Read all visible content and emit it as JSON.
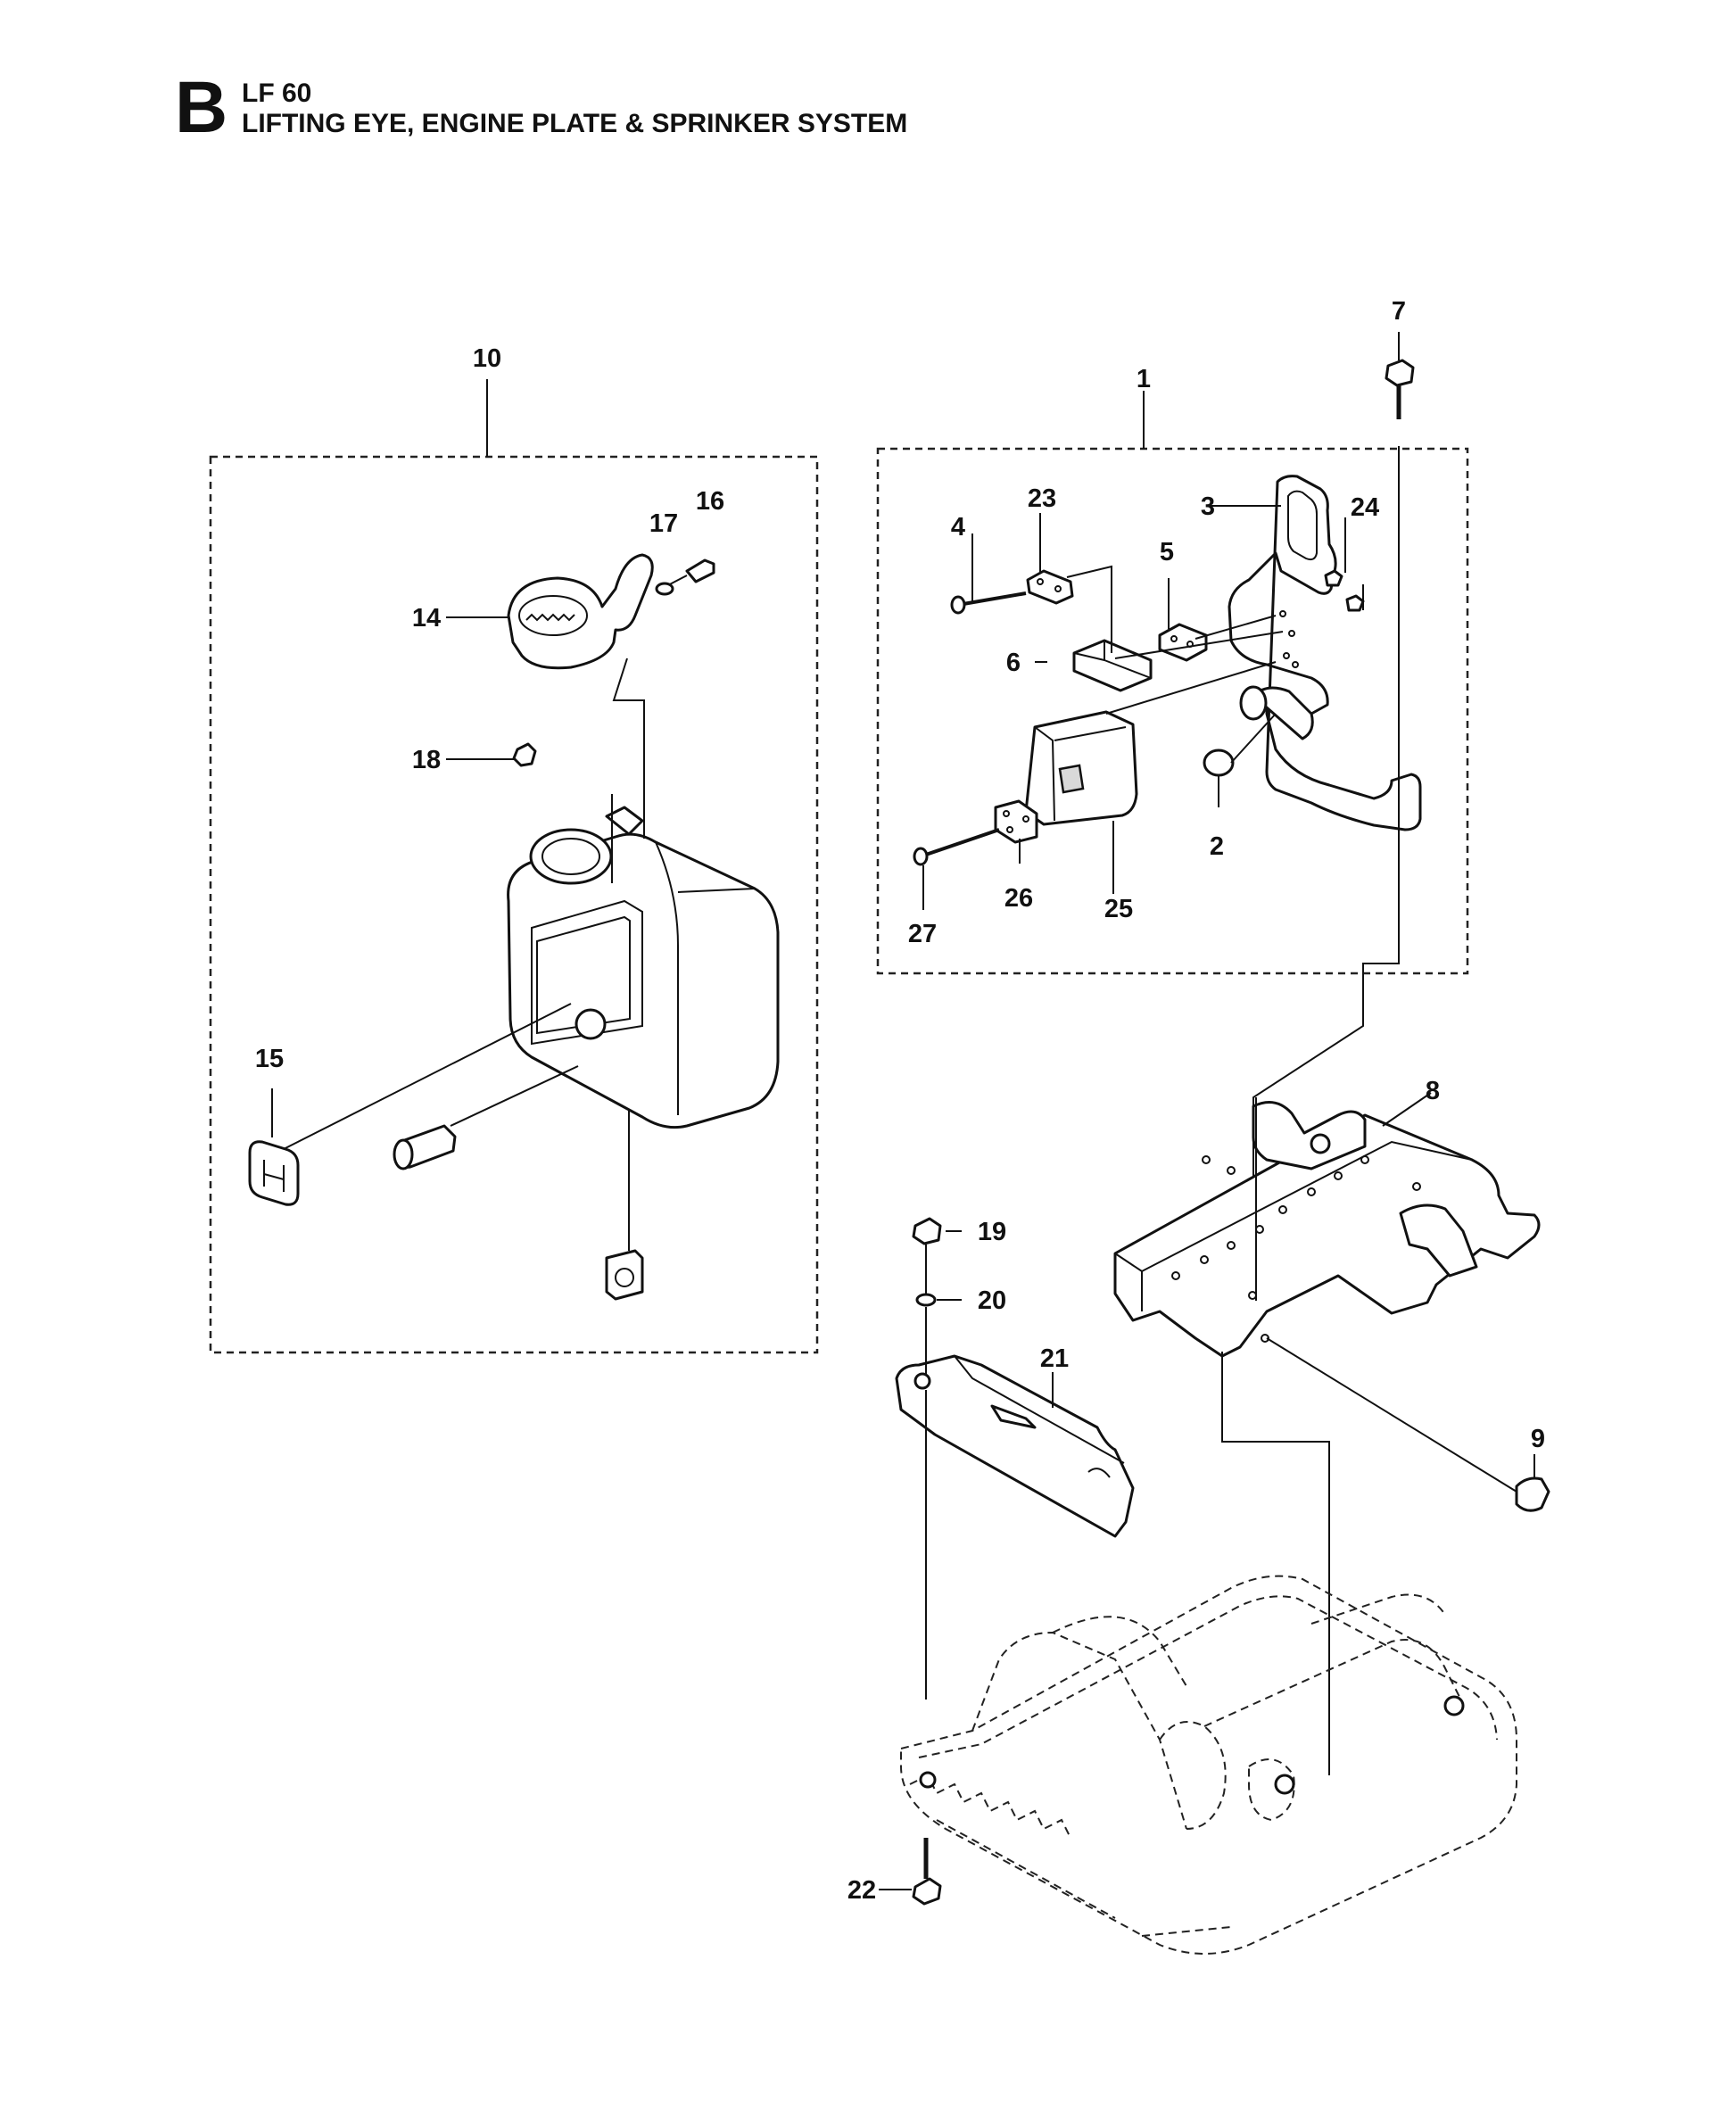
{
  "header": {
    "section_letter": "B",
    "model": "LF 60",
    "title": "LIFTING EYE, ENGINE PLATE & SPRINKER SYSTEM"
  },
  "callouts": {
    "c1": "1",
    "c2": "2",
    "c3": "3",
    "c4": "4",
    "c5": "5",
    "c6": "6",
    "c7": "7",
    "c8": "8",
    "c9": "9",
    "c10": "10",
    "c14": "14",
    "c15": "15",
    "c16": "16",
    "c17": "17",
    "c18": "18",
    "c19": "19",
    "c20": "20",
    "c21": "21",
    "c22": "22",
    "c23": "23",
    "c24": "24",
    "c25": "25",
    "c26": "26",
    "c27": "27"
  }
}
